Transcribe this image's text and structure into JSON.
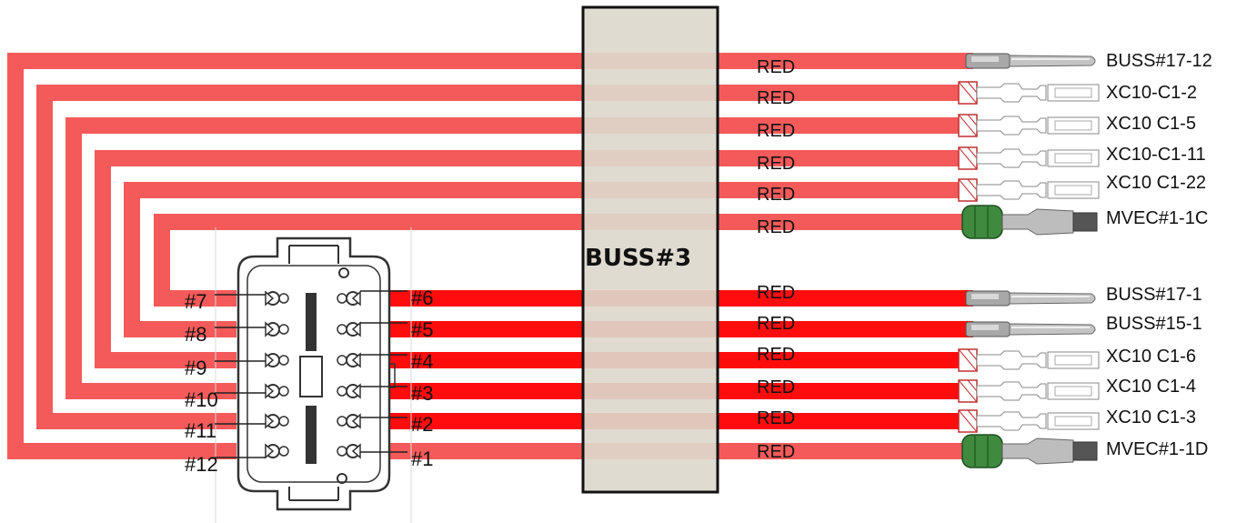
{
  "bus": {
    "label": "BUSS#3",
    "fill": "#ddd8cc",
    "stroke": "#111111"
  },
  "colors": {
    "wire_light": "#f45a5a",
    "wire_dark": "#ff0c0c",
    "housing": "#333333"
  },
  "wires_upper": [
    {
      "pin": "#12",
      "label": "RED",
      "dest": "BUSS#17-12",
      "terminal": "pin-icon"
    },
    {
      "pin": "#11",
      "label": "RED",
      "dest": "XC10-C1-2",
      "terminal": "clip-icon"
    },
    {
      "pin": "#10",
      "label": "RED",
      "dest": "XC10 C1-5",
      "terminal": "clip-icon"
    },
    {
      "pin": "#9",
      "label": "RED",
      "dest": "XC10-C1-11",
      "terminal": "clip-icon"
    },
    {
      "pin": "#8",
      "label": "RED",
      "dest": "XC10 C1-22",
      "terminal": "clip-icon"
    },
    {
      "pin": "#7",
      "label": "RED",
      "dest": "MVEC#1-1C",
      "terminal": "sealed-pin-icon"
    }
  ],
  "wires_lower": [
    {
      "pin": "#6",
      "label": "RED",
      "dest": "BUSS#17-1",
      "terminal": "pin-icon"
    },
    {
      "pin": "#5",
      "label": "RED",
      "dest": "BUSS#15-1",
      "terminal": "pin-icon"
    },
    {
      "pin": "#4",
      "label": "RED",
      "dest": "XC10 C1-6",
      "terminal": "clip-icon"
    },
    {
      "pin": "#3",
      "label": "RED",
      "dest": "XC10 C1-4",
      "terminal": "clip-icon"
    },
    {
      "pin": "#2",
      "label": "RED",
      "dest": "XC10 C1-3",
      "terminal": "clip-icon"
    },
    {
      "pin": "#1",
      "label": "RED",
      "dest": "MVEC#1-1D",
      "terminal": "sealed-pin-icon"
    }
  ],
  "connector": {
    "name": "12-pin-connector"
  }
}
